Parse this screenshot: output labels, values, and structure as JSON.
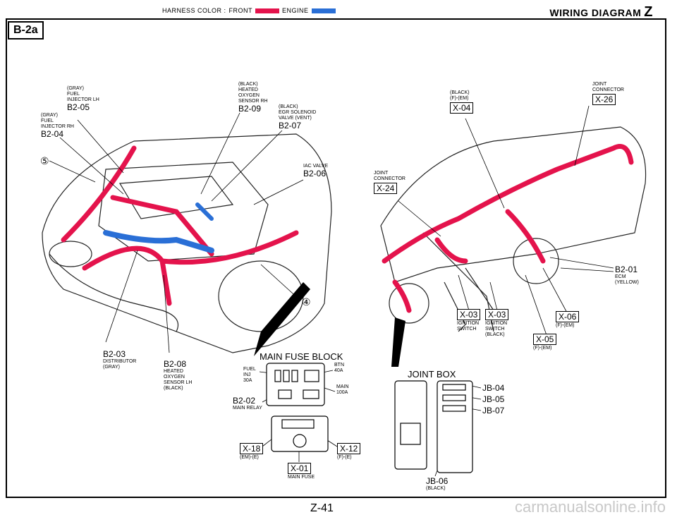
{
  "header": {
    "harness_label": "HARNESS COLOR :",
    "front": "FRONT",
    "engine": "ENGINE",
    "title": "WIRING DIAGRAM",
    "title_letter": "Z"
  },
  "colors": {
    "front": "#e4134c",
    "engine": "#2a6fd6"
  },
  "badge": "B-2a",
  "left": {
    "b205": {
      "l1": "(GRAY)",
      "l2": "FUEL",
      "l3": "INJECTOR LH",
      "code": "B2-05"
    },
    "b204": {
      "l1": "(GRAY)",
      "l2": "FUEL",
      "l3": "INJECTOR RH",
      "code": "B2-04"
    },
    "b209": {
      "l1": "(BLACK)",
      "l2": "HEATED",
      "l3": "OXYGEN",
      "l4": "SENSOR RH",
      "code": "B2-09"
    },
    "b207": {
      "l1": "(BLACK)",
      "l2": "EGR SOLENOID",
      "l3": "VALVE (VENT)",
      "code": "B2-07"
    },
    "b206": {
      "l1": "IAC VALVE",
      "code": "B2-06"
    },
    "c5": "⑤",
    "c4": "④",
    "b203": {
      "code": "B2-03",
      "l1": "DISTRIBUTOR",
      "l2": "(GRAY)"
    },
    "b208": {
      "code": "B2-08",
      "l1": "HEATED",
      "l2": "OXYGEN",
      "l3": "SENSOR LH",
      "l4": "(BLACK)"
    }
  },
  "fuse": {
    "title": "MAIN FUSE BLOCK",
    "btn": {
      "l1": "BTN",
      "l2": "40A"
    },
    "main": {
      "l1": "MAIN",
      "l2": "100A"
    },
    "fuel": {
      "l1": "FUEL",
      "l2": "INJ",
      "l3": "30A"
    },
    "b202": {
      "code": "B2-02",
      "l1": "MAIN RELAY"
    },
    "x18": {
      "code": "X-18",
      "l1": "(EM)-(E)"
    },
    "x12": {
      "code": "X-12",
      "l1": "(F)-(E)"
    },
    "x01": {
      "code": "X-01",
      "l1": "MAIN FUSE"
    }
  },
  "right": {
    "x26": {
      "l1": "JOINT",
      "l2": "CONNECTOR",
      "code": "X-26"
    },
    "x04": {
      "l1": "(BLACK)",
      "l2": "(F)-(EM)",
      "code": "X-04"
    },
    "x24": {
      "l1": "JOINT",
      "l2": "CONNECTOR",
      "code": "X-24"
    },
    "b201": {
      "code": "B2-01",
      "l1": "ECM",
      "l2": "(YELLOW)"
    },
    "x03a": {
      "code": "X-03",
      "l1": "IGNITION",
      "l2": "SWITCH"
    },
    "x03b": {
      "code": "X-03",
      "l1": "IGNITION",
      "l2": "SWITCH",
      "l3": "(BLACK)"
    },
    "x06": {
      "code": "X-06",
      "l1": "(F)-(EM)"
    },
    "x05": {
      "code": "X-05",
      "l1": "(F)-(EM)"
    }
  },
  "joint": {
    "title": "JOINT BOX",
    "jb04": "JB-04",
    "jb05": "JB-05",
    "jb07": "JB-07",
    "jb06": {
      "code": "JB-06",
      "l1": "(BLACK)"
    }
  },
  "footer": {
    "page": "Z-41",
    "watermark": "carmanualsonline.info"
  }
}
